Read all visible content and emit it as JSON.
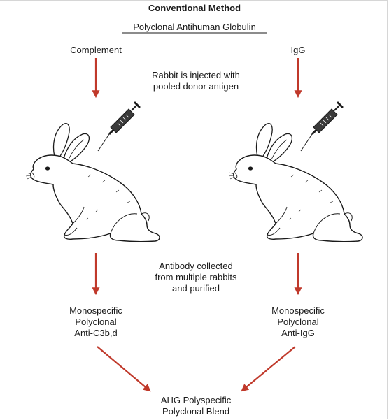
{
  "title": "Conventional Method",
  "subtitle": "Polyclonal Antihuman Globulin",
  "inputs": {
    "left": "Complement",
    "right": "IgG"
  },
  "steps": {
    "injection": "Rabbit is injected with\npooled donor antigen",
    "collection": "Antibody collected\nfrom multiple rabbits\nand purified"
  },
  "products": {
    "left": "Monospecific\nPolyclonal\nAnti-C3b,d",
    "right": "Monospecific\nPolyclonal\nAnti-IgG"
  },
  "result": "AHG Polyspecific\nPolyclonal Blend",
  "colors": {
    "arrow": "#c0392b",
    "line": "#1a1a1a",
    "border": "#d6d6d6"
  },
  "icons": {
    "animal": "rabbit-icon",
    "injector": "syringe-icon"
  }
}
